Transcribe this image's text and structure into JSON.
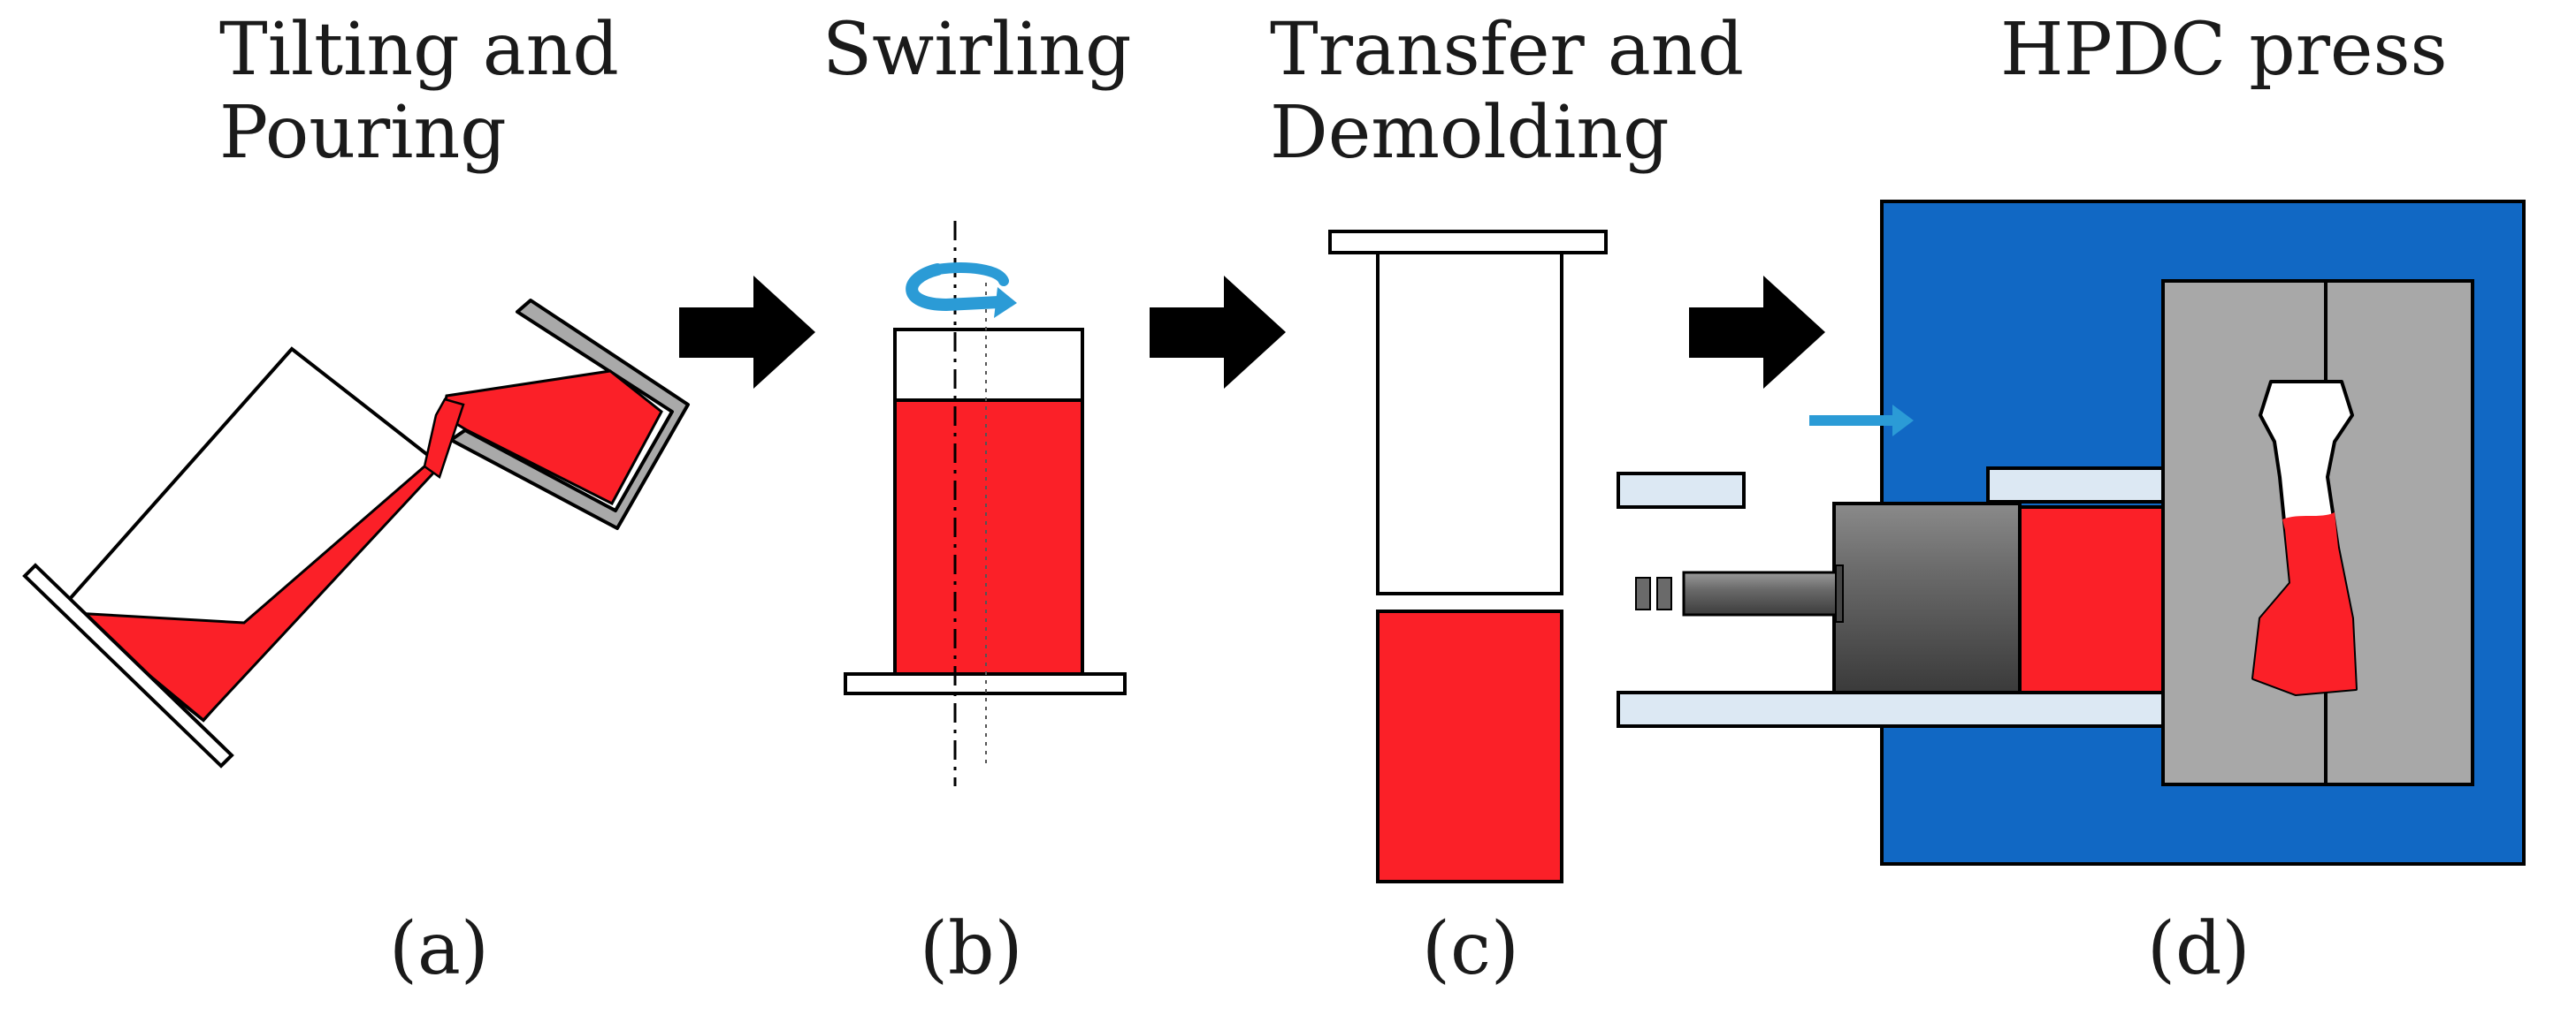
{
  "stages": [
    {
      "id": "a",
      "title_lines": [
        "Tilting and",
        "Pouring"
      ],
      "label": "(a)"
    },
    {
      "id": "b",
      "title_lines": [
        "Swirling"
      ],
      "label": "(b)"
    },
    {
      "id": "c",
      "title_lines": [
        "Transfer and",
        "Demolding"
      ],
      "label": "(c)"
    },
    {
      "id": "d",
      "title_lines": [
        "HPDC press"
      ],
      "label": "(d)"
    }
  ],
  "colors": {
    "melt": "#fb2028",
    "press_frame": "#1168c4",
    "die": "#a8a8a8",
    "ladle": "#a9a9a9",
    "shot_sleeve": "#dce8f3",
    "plunger": "#5a5a5a",
    "arrow": "#000000",
    "motion_arrow": "#2b9bd6"
  }
}
